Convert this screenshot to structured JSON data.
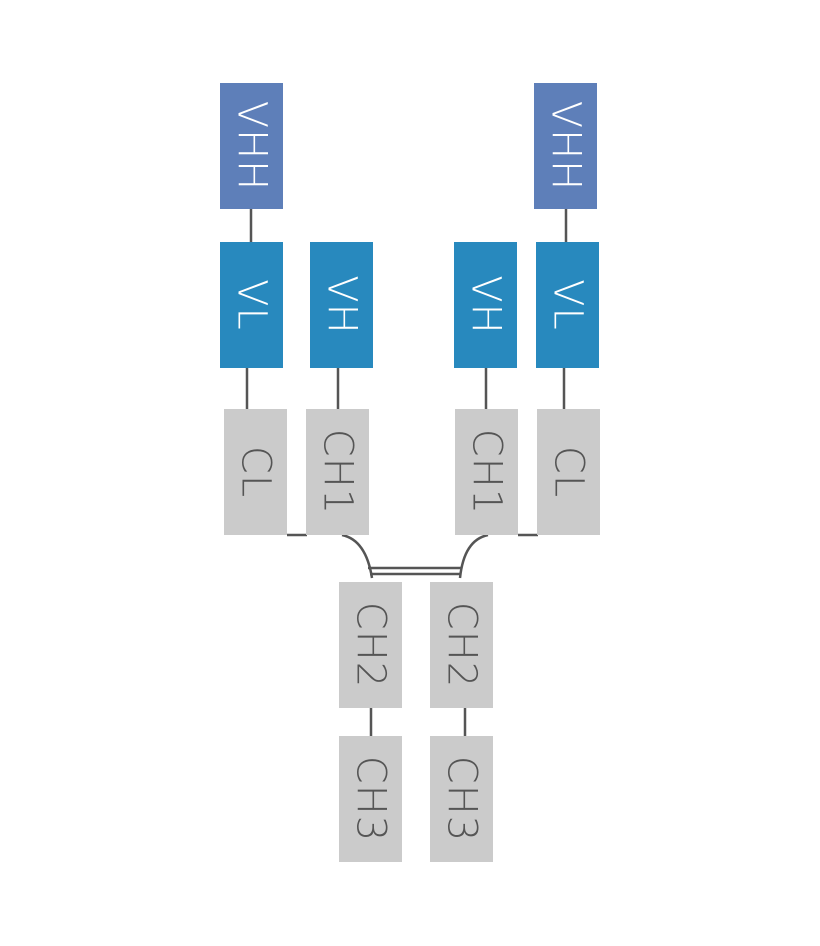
{
  "colors": {
    "vhh": "#5e7fb9",
    "variable": "#2889be",
    "constant": "#cbcbcb",
    "line": "#555555",
    "text_on_dark": "#ffffff",
    "text_on_light": "#555555"
  },
  "domains": {
    "left_vhh": "VHH",
    "left_vl": "VL",
    "left_vh": "VH",
    "left_cl": "CL",
    "left_ch1": "CH1",
    "right_vhh": "VHH",
    "right_vh": "VH",
    "right_vl": "VL",
    "right_ch1": "CH1",
    "right_cl": "CL",
    "left_ch2": "CH2",
    "right_ch2": "CH2",
    "left_ch3": "CH3",
    "right_ch3": "CH3"
  }
}
